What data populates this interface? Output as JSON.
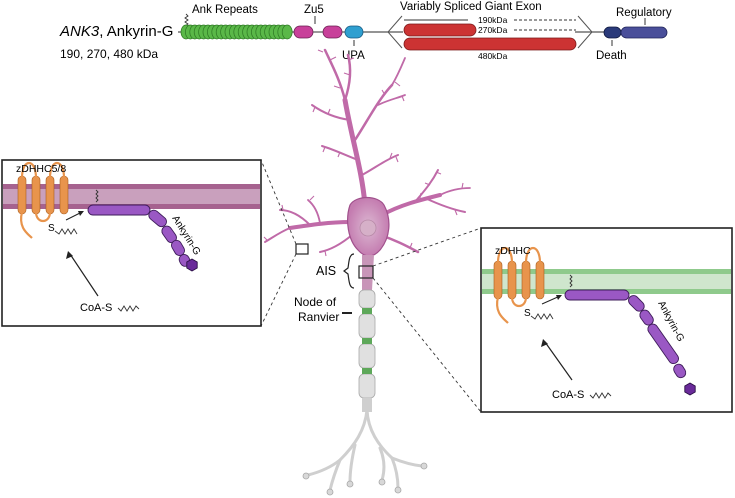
{
  "gene": {
    "symbol": "ANK3",
    "name": ", Ankyrin-G",
    "isoforms": "190, 270, 480 kDa"
  },
  "domains": {
    "ank_repeats": "Ank Repeats",
    "zu5": "Zu5",
    "upa": "UPA",
    "giant_exon": "Variably Spliced Giant Exon",
    "isoform_190": "190kDa",
    "isoform_270": "270kDa",
    "isoform_480": "480kDa",
    "death": "Death",
    "regulatory": "Regulatory"
  },
  "neuron": {
    "ais": "AIS",
    "node_line1": "Node of",
    "node_line2": "Ranvier"
  },
  "left_panel": {
    "enzyme": "zDHHC5/8",
    "protein": "Ankyrin-G",
    "thioester": "S",
    "coa": "CoA-S"
  },
  "right_panel": {
    "enzyme": "zDHHC",
    "protein": "Ankyrin-G",
    "thioester": "S",
    "coa": "CoA-S"
  },
  "colors": {
    "ank_green": "#5ab848",
    "zu5_magenta": "#c8409a",
    "upa_blue": "#2f9fd0",
    "giant_red": "#cc3333",
    "death_navy": "#2a3a7a",
    "regulatory_blue": "#4a4f9a",
    "neuron_pink": "#c06aa8",
    "membrane_purple": "#a6628f",
    "membrane_green": "#8fca8c",
    "enzyme_orange": "#e8944c",
    "ankyrin_purple": "#9a58c4"
  }
}
